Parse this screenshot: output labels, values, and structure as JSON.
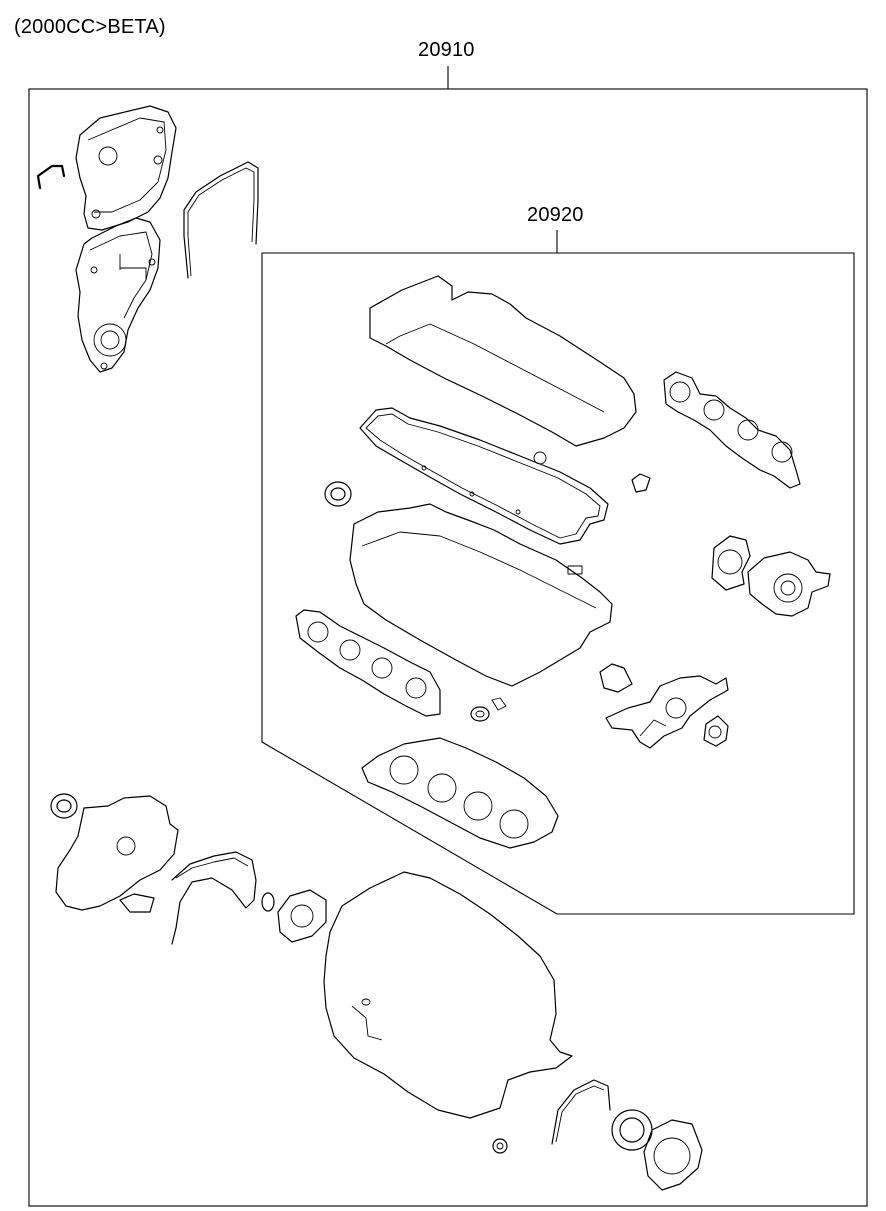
{
  "diagram": {
    "variant_label": "(2000CC>BETA)",
    "assembly_outer": {
      "part_number": "20910"
    },
    "assembly_inner": {
      "part_number": "20920"
    }
  }
}
